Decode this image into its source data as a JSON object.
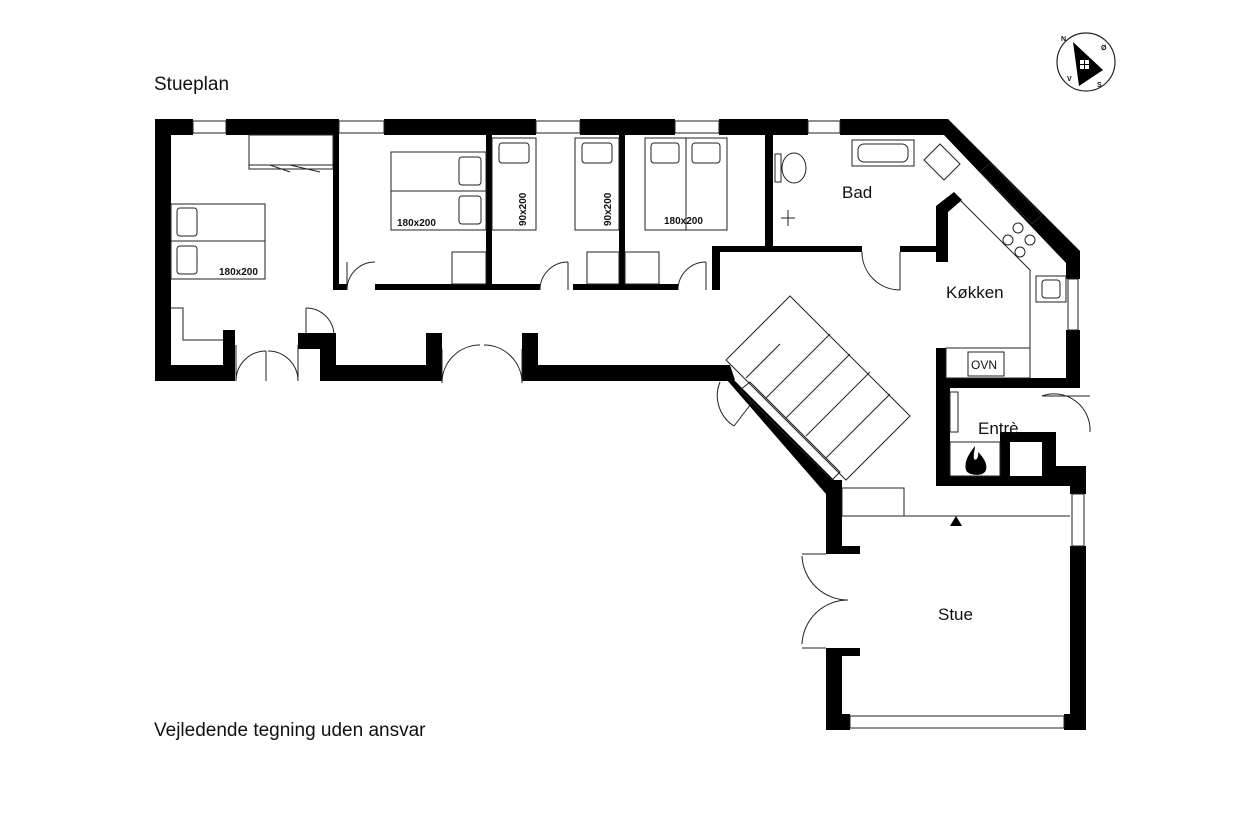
{
  "plan": {
    "title": "Stueplan",
    "disclaimer": "Vejledende tegning uden ansvar"
  },
  "rooms": {
    "bad": "Bad",
    "kokken": "Køkken",
    "entre": "Entrè",
    "stue": "Stue"
  },
  "beds": {
    "bed1": "180x200",
    "bed2": "180x200",
    "bed3": "90x200",
    "bed4": "90x200",
    "bed5": "180x200"
  },
  "appliances": {
    "oven": "OVN"
  },
  "compass": {
    "n": "N",
    "s": "S",
    "o": "Ø",
    "v": "V",
    "icon": "compass-house-icon"
  },
  "icons": {
    "fireplace": "fireplace-flame-icon",
    "stairs": "staircase"
  }
}
